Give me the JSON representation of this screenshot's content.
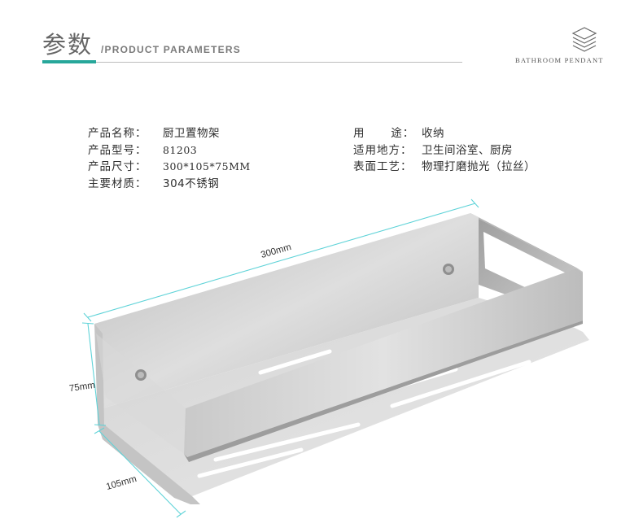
{
  "header": {
    "title_cn": "参数",
    "title_en": "/PRODUCT PARAMETERS",
    "brand": "BATHROOM PENDANT",
    "brand_icon": "stacked-layers-icon",
    "accent_color": "#27a79a"
  },
  "specs": {
    "left": [
      {
        "label": "产品名称：",
        "value": "厨卫置物架"
      },
      {
        "label": "产品型号：",
        "value": "81203"
      },
      {
        "label": "产品尺寸：",
        "value": "300*105*75MM"
      },
      {
        "label": "主要材质：",
        "value": "304不锈钢"
      }
    ],
    "right": [
      {
        "label": "用      途：",
        "value": "收纳"
      },
      {
        "label": "适用地方：",
        "value": "卫生间浴室、厨房"
      },
      {
        "label": "表面工艺：",
        "value": "物理打磨抛光（拉丝）"
      }
    ]
  },
  "dimensions": {
    "length": "300mm",
    "height": "75mm",
    "depth": "105mm",
    "line_color": "#5fd3d8"
  }
}
